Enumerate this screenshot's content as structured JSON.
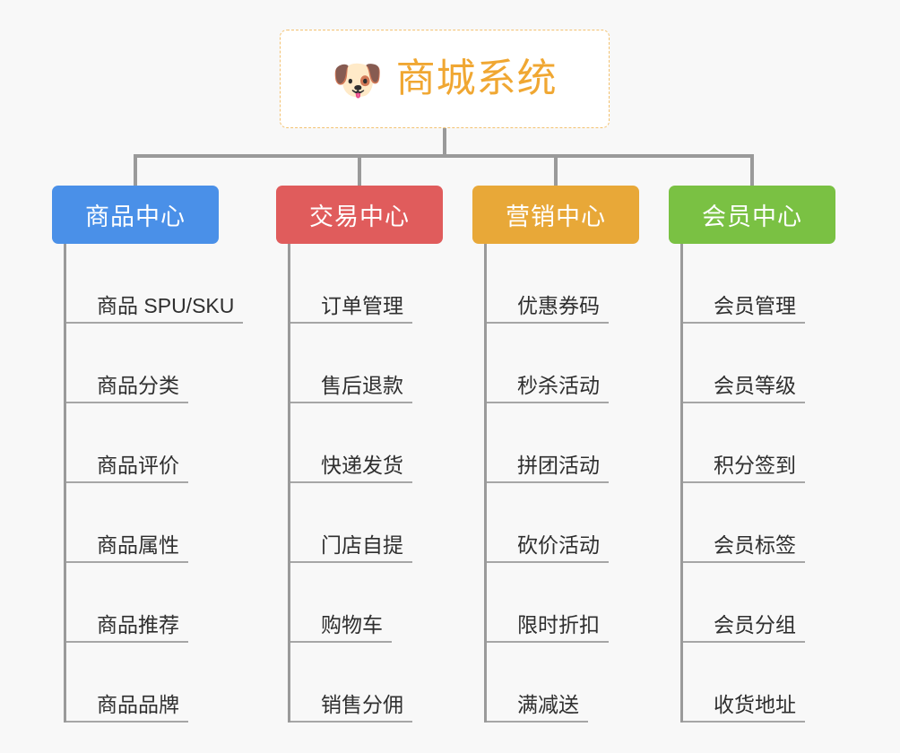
{
  "background_color": "#f8f8f8",
  "root": {
    "icon": "dog-face-emoji",
    "icon_glyph": "🐶",
    "title": "商城系统",
    "title_color": "#f0a732",
    "border_color": "#f3c271"
  },
  "connector_color": "#9a9a9a",
  "columns": [
    {
      "header": "商品中心",
      "color": "#4a90e8",
      "items": [
        "商品 SPU/SKU",
        "商品分类",
        "商品评价",
        "商品属性",
        "商品推荐",
        "商品品牌"
      ]
    },
    {
      "header": "交易中心",
      "color": "#e05c5c",
      "items": [
        "订单管理",
        "售后退款",
        "快递发货",
        "门店自提",
        "购物车",
        "销售分佣"
      ]
    },
    {
      "header": "营销中心",
      "color": "#e8a838",
      "items": [
        "优惠券码",
        "秒杀活动",
        "拼团活动",
        "砍价活动",
        "限时折扣",
        "满减送"
      ]
    },
    {
      "header": "会员中心",
      "color": "#7ac143",
      "items": [
        "会员管理",
        "会员等级",
        "积分签到",
        "会员标签",
        "会员分组",
        "收货地址"
      ]
    }
  ]
}
